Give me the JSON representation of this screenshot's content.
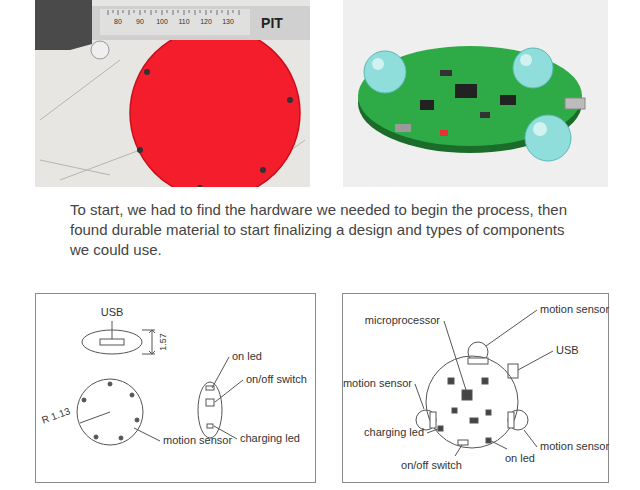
{
  "diagram": {
    "caption": "To start, we had to find the hardware we needed to begin the process, then found durable material to start finalizing a design and types of components we could use.",
    "labels": [
      "80",
      "90",
      "100",
      "110",
      "120",
      "130",
      "PIT",
      "USB",
      "1.57",
      "on led",
      "on/off switch",
      "R 1.13",
      "motion sensor",
      "charging led",
      "microprocessor",
      "motion sensor",
      "USB",
      "motion sensor",
      "charging led",
      "motion sensor",
      "on/off switch",
      "on led"
    ]
  }
}
